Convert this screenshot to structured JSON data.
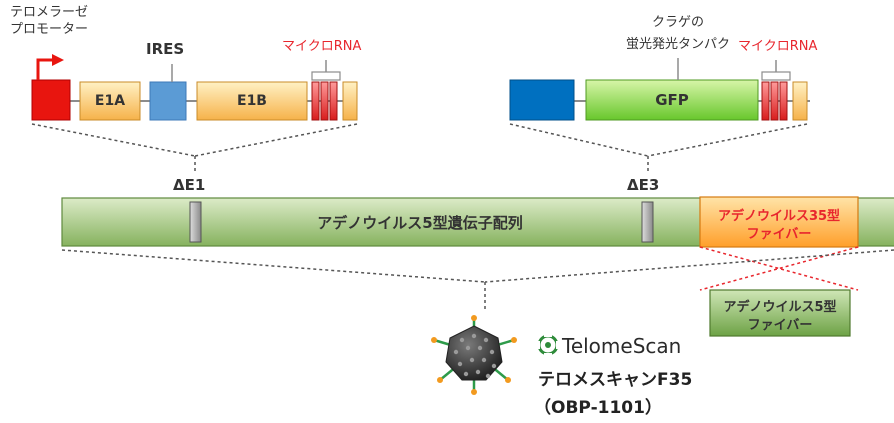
{
  "top_left": {
    "promoter_label": [
      "テロメラーゼ",
      "プロモーター"
    ],
    "ires_label": "IRES",
    "microrna_label": "マイクロRNA",
    "e1a_label": "E1A",
    "e1b_label": "E1B"
  },
  "top_right": {
    "gfp_label_lines": [
      "クラゲの",
      "蛍光発光タンパク"
    ],
    "microrna_label": "マイクロRNA",
    "gfp_label": "GFP"
  },
  "genome": {
    "delta_e1": "ΔE1",
    "delta_e3": "ΔE3",
    "main_label": "アデノウイルス5型遺伝子配列",
    "fiber35_lines": [
      "アデノウイルス35型",
      "ファイバー"
    ],
    "fiber5_lines": [
      "アデノウイルス5型",
      "ファイバー"
    ]
  },
  "product": {
    "logo_text": "TelomeScan",
    "name": "テロメスキャンF35",
    "code": "（OBP-1101）"
  },
  "colors": {
    "promoter_red": "#e8150f",
    "orange_gene": "#ffc877",
    "ires_blue": "#5b9bd5",
    "gfp_green": "#92e04f",
    "dark_blue": "#0070c0",
    "genome_green": "#a9c98a",
    "fiber35_orange": "#ffb347",
    "fiber_text_red": "#e8262d",
    "logo_green": "#2e8b3a"
  }
}
